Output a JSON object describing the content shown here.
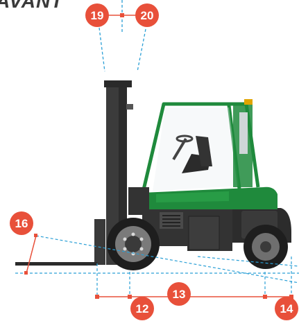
{
  "title": "AVANT",
  "colors": {
    "accent": "#e8503a",
    "guide": "#2a9fd6",
    "body_green": "#1f8a3c",
    "dark": "#3b3b3b"
  },
  "callouts": [
    {
      "id": "19",
      "label": "19"
    },
    {
      "id": "20",
      "label": "20"
    },
    {
      "id": "16",
      "label": "16"
    },
    {
      "id": "13",
      "label": "13"
    },
    {
      "id": "12",
      "label": "12"
    },
    {
      "id": "14",
      "label": "14"
    }
  ]
}
